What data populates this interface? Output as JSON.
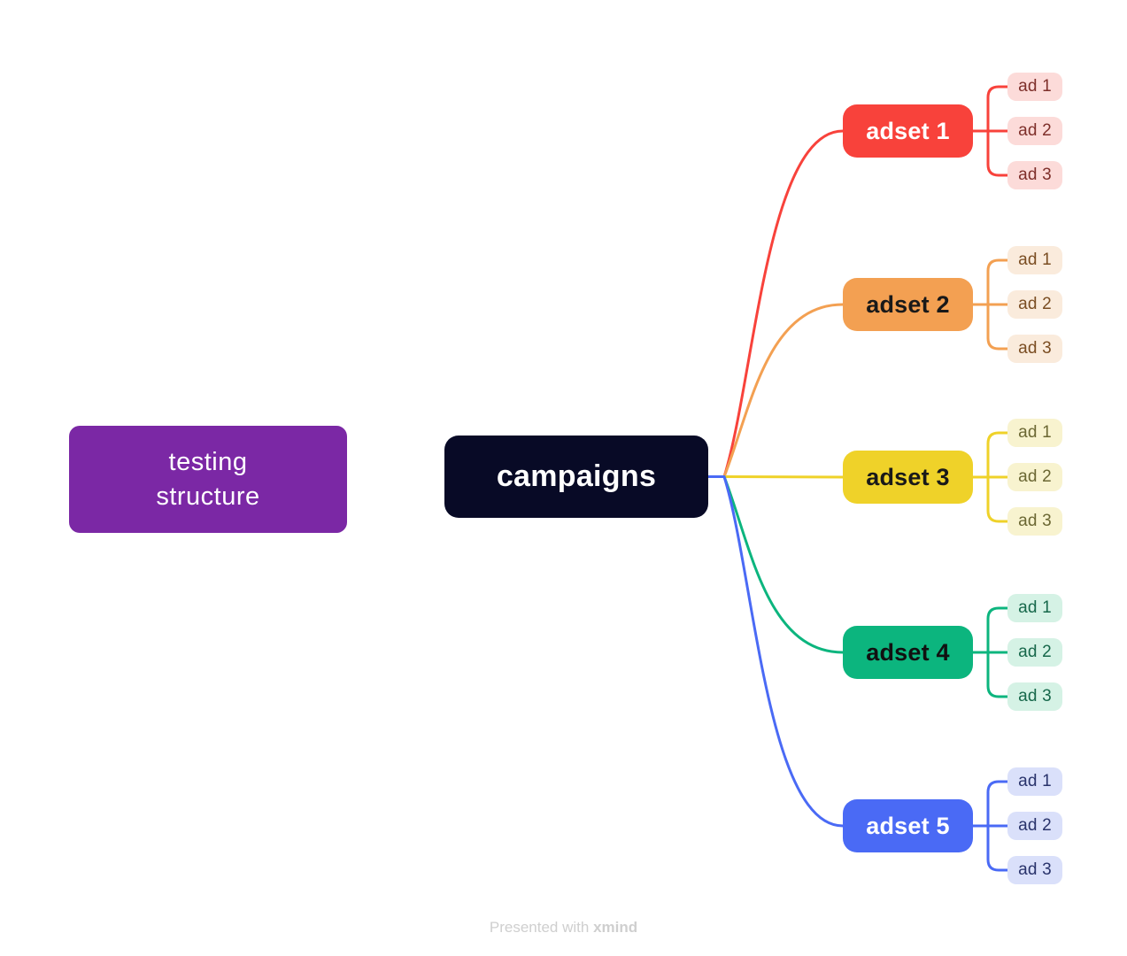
{
  "root": {
    "label": "testing structure",
    "bg": "#7B28A5",
    "text_color": "#FFFFFF"
  },
  "center": {
    "label": "campaigns",
    "bg": "#080A26",
    "text_color": "#FFFFFF"
  },
  "branches": [
    {
      "label": "adset 1",
      "color": "#F8423B",
      "text_color": "#FFFFFF",
      "ad_bg": "#FCDBD9",
      "ad_text_color": "#7E2F2A",
      "ads": [
        "ad 1",
        "ad 2",
        "ad 3"
      ]
    },
    {
      "label": "adset 2",
      "color": "#F3A052",
      "text_color": "#191919",
      "ad_bg": "#FAEBDC",
      "ad_text_color": "#7A4D22",
      "ads": [
        "ad 1",
        "ad 2",
        "ad 3"
      ]
    },
    {
      "label": "adset 3",
      "color": "#EFD229",
      "text_color": "#191919",
      "ad_bg": "#F8F3CF",
      "ad_text_color": "#6B6733",
      "ads": [
        "ad 1",
        "ad 2",
        "ad 3"
      ]
    },
    {
      "label": "adset 4",
      "color": "#0CB57E",
      "text_color": "#111111",
      "ad_bg": "#D5F2E5",
      "ad_text_color": "#17684B",
      "ads": [
        "ad 1",
        "ad 2",
        "ad 3"
      ]
    },
    {
      "label": "adset 5",
      "color": "#4A6AF5",
      "text_color": "#FFFFFF",
      "ad_bg": "#DAE0FA",
      "ad_text_color": "#29336B",
      "ads": [
        "ad 1",
        "ad 2",
        "ad 3"
      ]
    }
  ],
  "footer": {
    "prefix": "Presented with",
    "brand": "xmind",
    "color": "#CFCFCF"
  }
}
